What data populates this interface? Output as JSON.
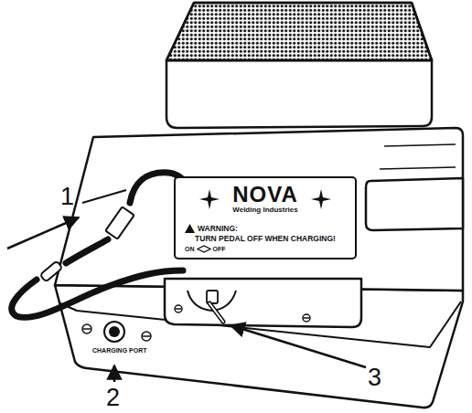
{
  "diagram": {
    "nodes": [
      {
        "text": [
          "NOVA",
          "Welding Industries",
          "WARNING:",
          "TURN PEDAL OFF WHEN CHARGING!",
          "ON",
          "OFF"
        ]
      }
    ],
    "labels": [
      "1",
      "2",
      "3",
      "CHARGING PORT"
    ]
  }
}
